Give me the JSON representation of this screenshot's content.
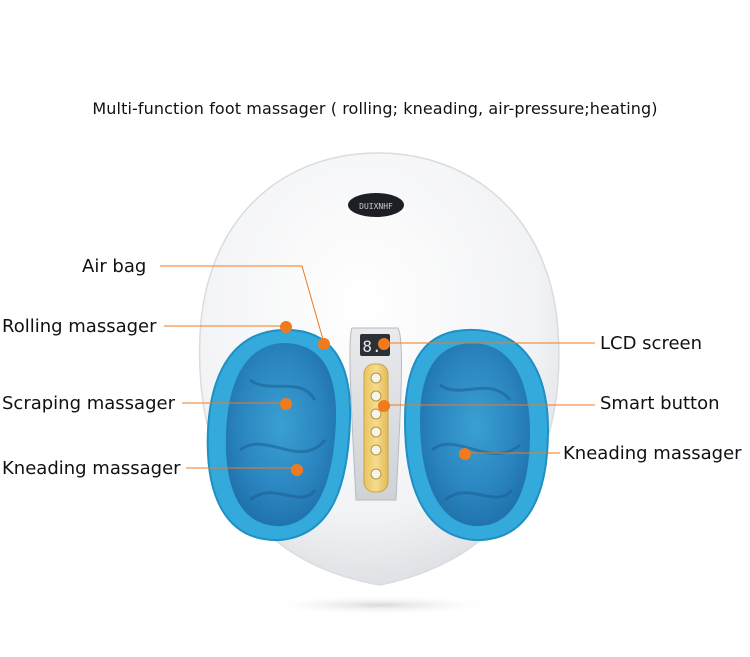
{
  "title": "Multi-function foot massager ( rolling; kneading, air-pressure;heating)",
  "brand_logo_text": "DUIXNHF",
  "display_digit": "8.",
  "callouts": {
    "air_bag": "Air bag",
    "rolling_massager": "Rolling massager",
    "scraping_massager": "Scraping massager",
    "kneading_massager_left": "Kneading massager",
    "lcd_screen": "LCD screen",
    "smart_button": "Smart button",
    "kneading_massager_right": "Kneading massager"
  },
  "colors": {
    "shell": "#f4f5f7",
    "pad_blue": "#2aa6d8",
    "pad_inner": "#4ab8e4",
    "panel_gold": "#f0d27a",
    "leader_orange": "#f07a1e",
    "display_dark": "#2b2f36"
  }
}
